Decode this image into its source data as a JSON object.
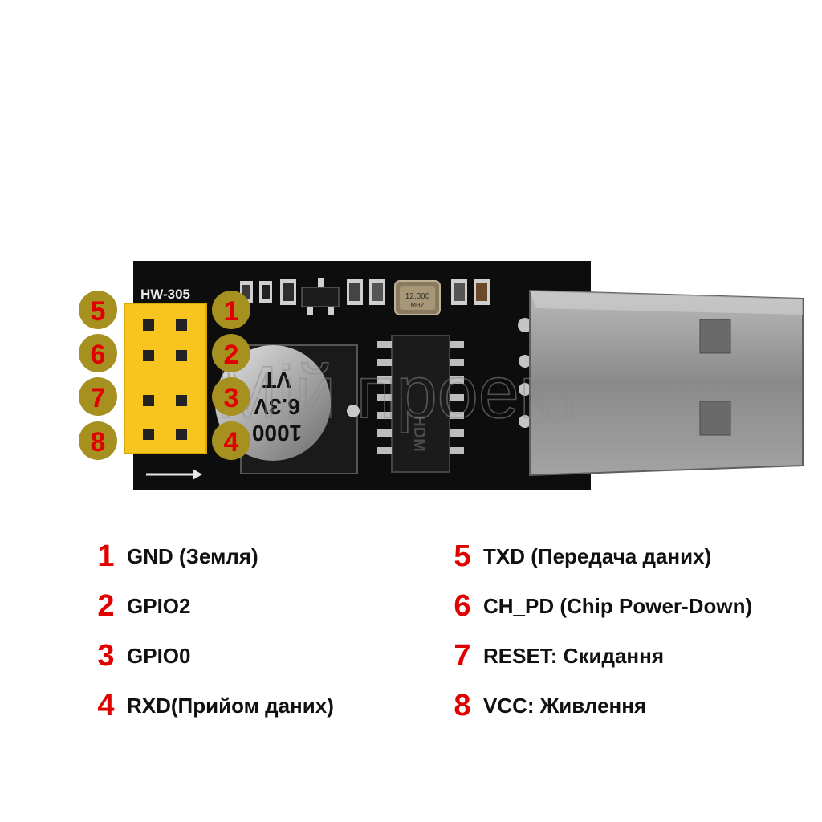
{
  "colors": {
    "marker_fill": "#a6901f",
    "marker_text": "#e00000",
    "header_yellow": "#f7c51e",
    "pcb_black": "#0d0d0d",
    "label_red": "#e00000"
  },
  "board": {
    "label": "HW-305",
    "capacitor_text": [
      "1000",
      "6.3V",
      "VT"
    ],
    "crystal_text": [
      "12.000",
      "MHZ"
    ],
    "chip_text": [
      "HDM"
    ],
    "watermark": "Мій проект"
  },
  "board_markers": [
    {
      "num": "5"
    },
    {
      "num": "6"
    },
    {
      "num": "7"
    },
    {
      "num": "8"
    },
    {
      "num": "1"
    },
    {
      "num": "2"
    },
    {
      "num": "3"
    },
    {
      "num": "4"
    }
  ],
  "pins_left": [
    {
      "num": "1",
      "desc": "GND (Земля)"
    },
    {
      "num": "2",
      "desc": "GPIO2"
    },
    {
      "num": "3",
      "desc": "GPIO0"
    },
    {
      "num": "4",
      "desc": "RXD(Прийом даних)"
    }
  ],
  "pins_right": [
    {
      "num": "5",
      "desc": "TXD (Передача даних)"
    },
    {
      "num": "6",
      "desc": "CH_PD (Chip Power-Down)"
    },
    {
      "num": "7",
      "desc": "RESET: Скидання"
    },
    {
      "num": "8",
      "desc": "VCC: Живлення"
    }
  ]
}
